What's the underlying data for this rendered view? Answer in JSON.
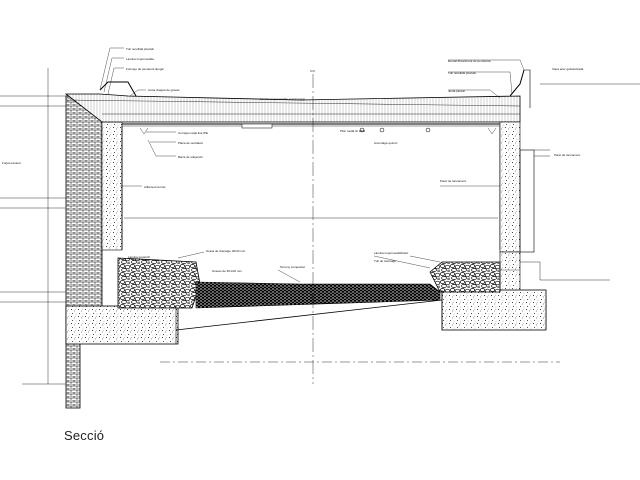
{
  "caption": "Secció",
  "axis_mark": "C/C",
  "labels": {
    "top_left_1": "Tub recollida pluvials",
    "top_left_2": "Lamina impermeable",
    "top_left_3": "Formigo de pendents lleuger",
    "top_left_4": "Llosa d'aigua de gravas",
    "top_right_1": "Remat fibrociment de la coberta",
    "top_right_2": "Tub recollida pluvials",
    "top_right_3": "Junta pluvial",
    "roof_note": "Lamina impermeable sota formigo",
    "far_right": "Xapa acer galvanitzada",
    "far_left": "Forjat existent",
    "mid_left_1": "Corretja metàl·lica IPE",
    "mid_left_2": "Placa de ventilació",
    "mid_left_3": "Barra de subjecció",
    "mid_left_4": "Aïllament tèrmic",
    "mid_right_1": "Pilar metàl·lic HEB",
    "mid_right_2": "Ancoratge químic",
    "mid_right_3": "Paret de tancament",
    "bottom_left_1": "Grava de drenatge 20/40 mm",
    "bottom_left_2": "Làmina geotèxtil",
    "bottom_left_3": "Graves de 60-100 mm",
    "bottom_mid": "Terreny compactat",
    "bottom_right_1": "Làmina impermeabilitzant",
    "bottom_right_2": "Tub de drenatge"
  }
}
